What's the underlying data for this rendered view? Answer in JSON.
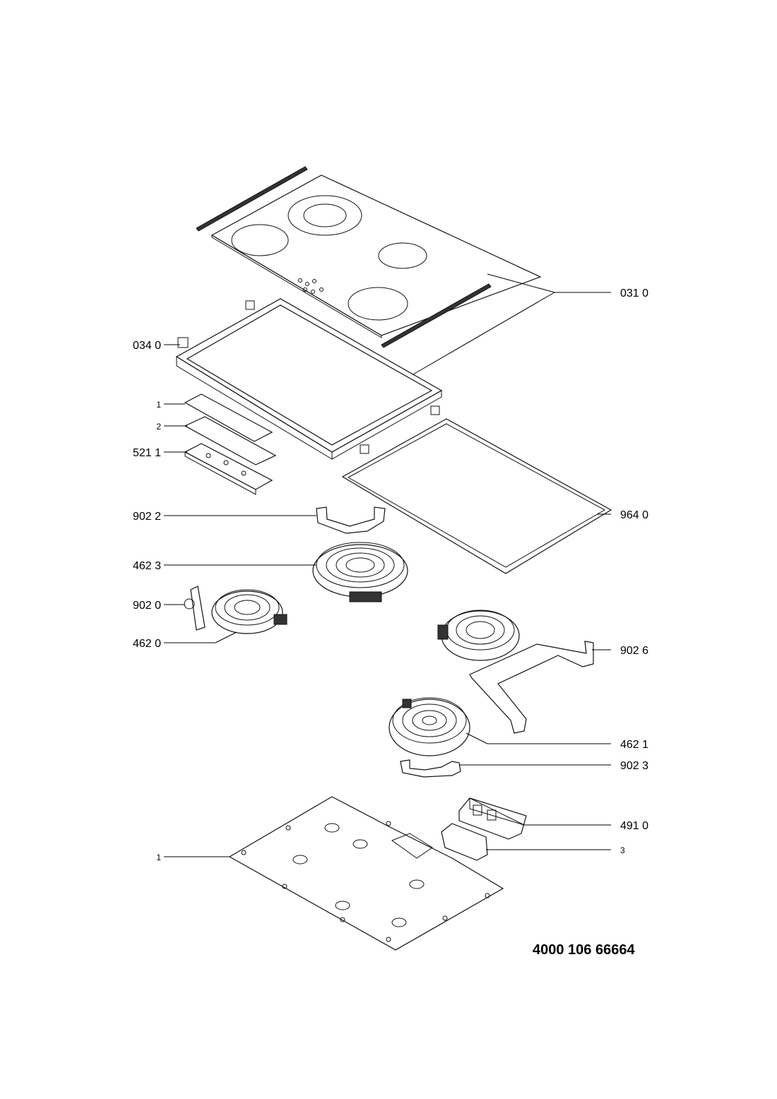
{
  "diagram": {
    "document_number": "4000 106 66664",
    "callouts": [
      {
        "id": "glass-top",
        "label": "031 0"
      },
      {
        "id": "bracket-clip",
        "label": "034 0"
      },
      {
        "id": "control-bracket",
        "label": "1"
      },
      {
        "id": "control-cover",
        "label": "2"
      },
      {
        "id": "control-board",
        "label": "521 1"
      },
      {
        "id": "heater-bracket-a",
        "label": "902 2"
      },
      {
        "id": "seal-gasket",
        "label": "964 0"
      },
      {
        "id": "heater-large",
        "label": "462 3"
      },
      {
        "id": "heater-bracket-b",
        "label": "902 0"
      },
      {
        "id": "heater-small",
        "label": "462 0"
      },
      {
        "id": "heater-bracket-c",
        "label": "902 6"
      },
      {
        "id": "heater-medium",
        "label": "462 1"
      },
      {
        "id": "heater-bracket-d",
        "label": "902 3"
      },
      {
        "id": "terminal-block",
        "label": "491 0"
      },
      {
        "id": "terminal-box",
        "label": "3"
      },
      {
        "id": "base-plate",
        "label": "1"
      }
    ]
  }
}
